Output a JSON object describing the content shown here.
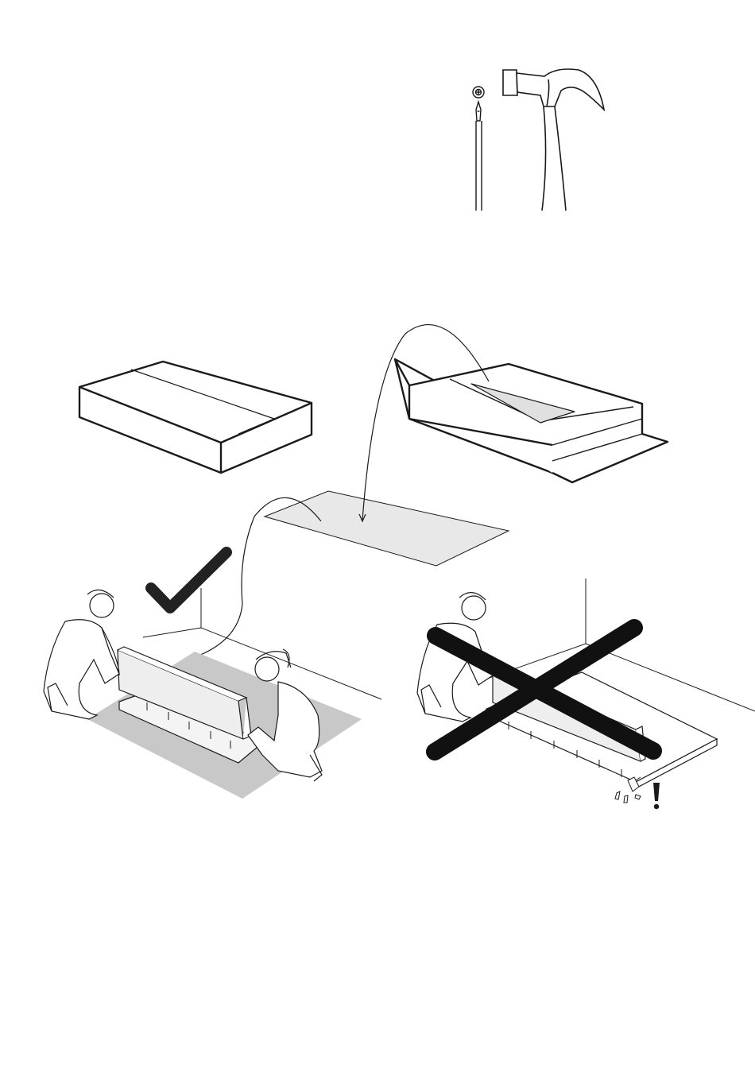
{
  "page": {
    "type": "assembly-instructions",
    "background": "#ffffff"
  },
  "tools": {
    "items": [
      "phillips-screwdriver-icon",
      "claw-hammer-icon"
    ]
  },
  "step_unpack": {
    "icons": [
      "closed-box-icon",
      "open-box-icon",
      "protective-sheet-icon",
      "placement-arrow-icon"
    ]
  },
  "examples": {
    "correct": {
      "icon": "checkmark-icon",
      "meaning": "correct"
    },
    "incorrect": {
      "icon": "cross-icon",
      "meaning": "incorrect",
      "warning_symbol": "!"
    }
  },
  "colors": {
    "line": "#1a1a1a",
    "sheet_fill": "#e8e8e8",
    "floor_sheet": "#c8c8c8",
    "mark": "#222222"
  }
}
